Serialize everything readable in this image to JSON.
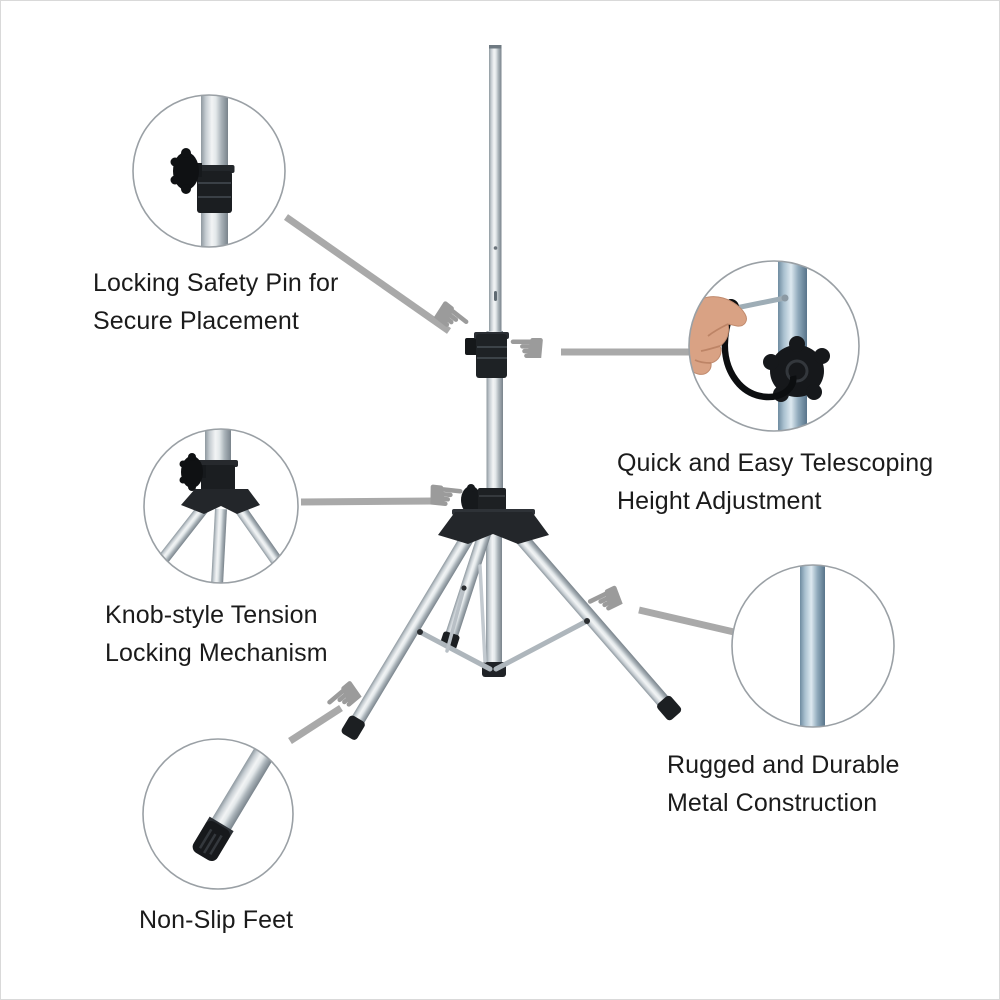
{
  "page": {
    "background": "#ffffff",
    "border_color": "#d9d9d9",
    "subject": "tripod-speaker-stand-infographic"
  },
  "icons": {
    "pointing_hand": "☛"
  },
  "colors": {
    "metal_light": "#f2f4f5",
    "metal_dark": "#79838b",
    "metal_blue_light": "#dde9f0",
    "metal_blue_dark": "#58748a",
    "hardware_black": "#1b1e21",
    "leader_line": "#a9a9a9",
    "hand_icon": "#9b9b9b",
    "circle_border": "#9aa0a5",
    "text": "#1b1b1b",
    "skin": "#d9a284"
  },
  "callouts": [
    {
      "id": "locking-safety-pin",
      "label": "Locking Safety Pin for\nSecure Placement"
    },
    {
      "id": "telescoping-height",
      "label": "Quick and Easy Telescoping\nHeight Adjustment"
    },
    {
      "id": "tension-knob",
      "label": "Knob-style Tension\nLocking Mechanism"
    },
    {
      "id": "metal-construction",
      "label": "Rugged and Durable\nMetal Construction"
    },
    {
      "id": "non-slip-feet",
      "label": "Non-Slip Feet"
    }
  ]
}
